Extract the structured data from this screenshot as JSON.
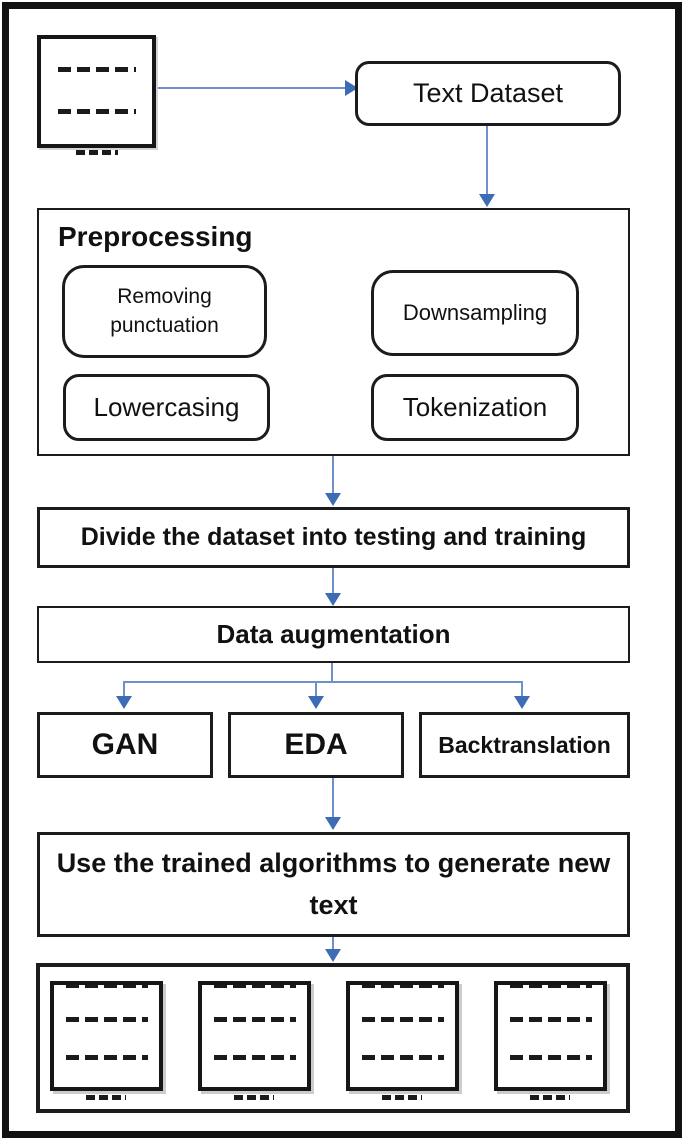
{
  "diagram": {
    "kind": "flowchart",
    "colors": {
      "arrow_line": "#6e90cc",
      "arrow_head": "#3d6bb5",
      "box_border": "#1c1c1c",
      "background": "#ffffff",
      "text": "#111111"
    },
    "icons": {
      "input_document": "dashed-document-icon",
      "output_documents": "dashed-document-icon"
    },
    "nodes": {
      "text_dataset": "Text Dataset",
      "preprocessing_title": "Preprocessing",
      "removing_punctuation": "Removing punctuation",
      "downsampling": "Downsampling",
      "lowercasing": "Lowercasing",
      "tokenization": "Tokenization",
      "divide": "Divide the dataset into testing and training",
      "data_augmentation": "Data augmentation",
      "gan": "GAN",
      "eda": "EDA",
      "backtranslation": "Backtranslation",
      "generate_line1": "Use the trained algorithms to generate new",
      "generate_line2": "text"
    },
    "output_document_count": 4
  }
}
